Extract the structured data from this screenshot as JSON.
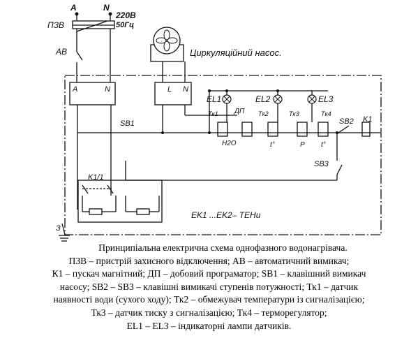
{
  "diagram": {
    "phase_label": "A",
    "neutral_label": "N",
    "voltage_label": "220В",
    "frequency_label": "50Гц",
    "rcd_label": "ПЗВ",
    "breaker_label": "АВ",
    "pump_label": "Циркуляційний  насос.",
    "left_block_a": "A",
    "left_block_n": "N",
    "pump_block_l": "L",
    "pump_block_n": "N",
    "el1": "EL1",
    "el2": "EL2",
    "el3": "EL3",
    "tk1": "Tк1",
    "tk2": "Tк2",
    "tk3": "Tк3",
    "tk4": "Tк4",
    "dp": "ДП",
    "sb1": "SB1",
    "sb2": "SB2",
    "sb3": "SB3",
    "k1": "K1",
    "k11": "K1/1",
    "sensor_water": "H2O",
    "sensor_temp1": "t°",
    "sensor_pressure": "P",
    "sensor_temp2": "t°",
    "heaters_label": "EK1 ...EK2–  TEHи",
    "ground_label": "З"
  },
  "caption": {
    "title": "Принципіальна електрична схема однофазного водонагрівача.",
    "lines": [
      "ПЗВ – пристрій захисного відключення; АВ – автоматичний вимикач;",
      "К1 – пускач магнітний; ДП – добовий програматор; SB1 – клавішний вимикач",
      "насосу; SB2 – SB3 – клавішні вимикачі ступенів потужності; Тк1 – датчик",
      "наявності води (сухого ходу); Тк2 – обмежувач температури із сигналізацією;",
      "Тк3 – датчик тиску з сигналізацією; Тк4 – терморегулятор;",
      "EL1 – EL3 – індикаторні лампи датчиків."
    ]
  }
}
